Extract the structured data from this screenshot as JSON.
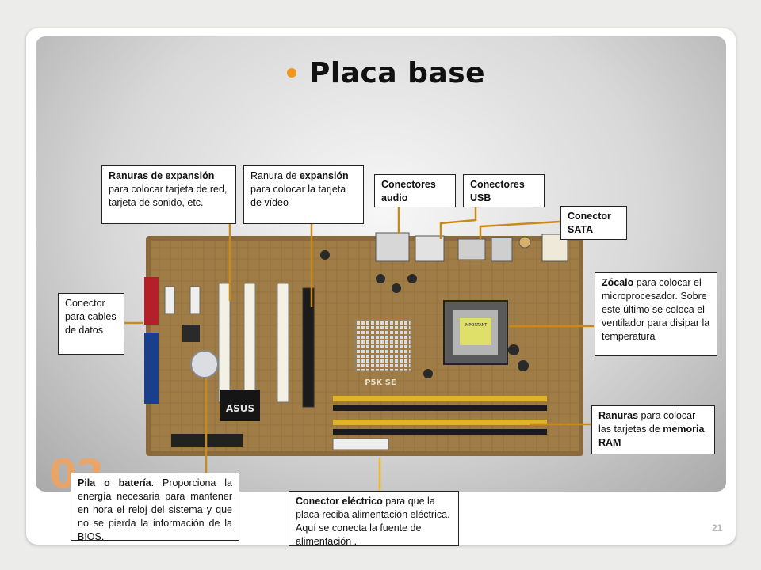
{
  "title": "Placa base",
  "colors": {
    "accent": "#f0981c",
    "connector": "#c98a1a",
    "eline": "#f1b727"
  },
  "callouts": {
    "expansion_slots": {
      "bold": "Ranuras de expansión",
      "text": " para colocar tarjeta de red, tarjeta de sonido, etc."
    },
    "expansion_video": {
      "pre": "Ranura de ",
      "bold": "expansión",
      "text": " para colocar la tarjeta de vídeo"
    },
    "audio": {
      "bold": "Conectores audio"
    },
    "usb": {
      "bold": "Conectores USB"
    },
    "sata": {
      "bold": "Conector SATA"
    },
    "data_cables": {
      "text": "Conector para cables de datos"
    },
    "socket": {
      "bold": "Zócalo",
      "text": " para colocar el microprocesador. Sobre este último se coloca el ventilador para disipar la temperatura"
    },
    "ram": {
      "bold1": "Ranuras",
      "text1": " para colocar las tarjetas de ",
      "bold2": "memoria RAM"
    },
    "battery": {
      "bold": "Pila o batería",
      "text": ". Proporciona la energía necesaria para mantener en hora el reloj del sistema y que no se pierda la información de la BIOS."
    },
    "power": {
      "bold": "Conector eléctrico",
      "text": " para que la placa reciba alimentación eléctrica. Aquí se conecta la fuente de alimentación ."
    }
  },
  "board": {
    "brand": "ASUS",
    "model": "P5K SE",
    "sticker": "IMPORTANT"
  },
  "slide_number": "02",
  "page_number": "21"
}
